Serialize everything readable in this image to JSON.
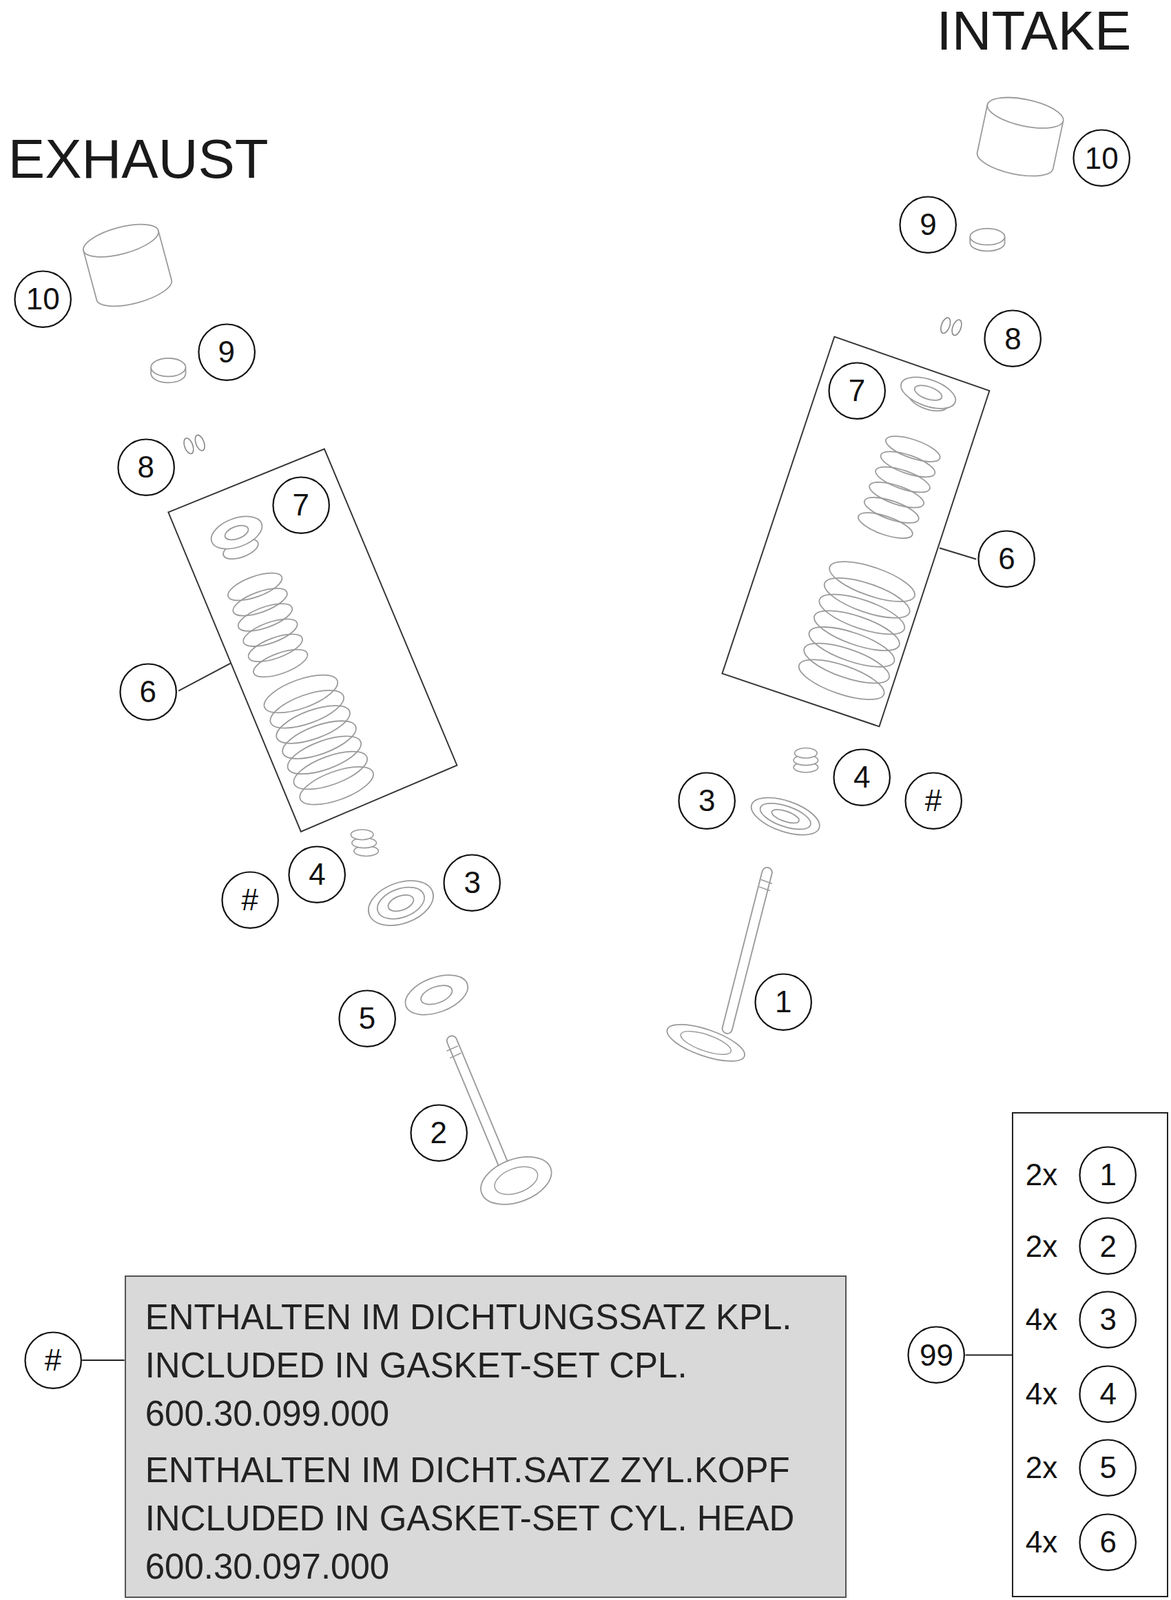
{
  "diagram": {
    "nodes": [
      {
        "text": [
          "10"
        ]
      },
      {
        "text": [
          "10"
        ]
      },
      {
        "text": [
          "9"
        ]
      },
      {
        "text": [
          "9"
        ]
      },
      {
        "text": [
          "8"
        ]
      },
      {
        "text": [
          "7"
        ]
      },
      {
        "text": [
          "8"
        ]
      },
      {
        "text": [
          "7"
        ]
      },
      {
        "text": [
          "6"
        ]
      },
      {
        "text": [
          "6"
        ]
      },
      {
        "text": [
          "4"
        ]
      },
      {
        "text": [
          "3"
        ]
      },
      {
        "text": [
          "#"
        ]
      },
      {
        "text": [
          "4"
        ]
      },
      {
        "text": [
          "3"
        ]
      },
      {
        "text": [
          "#"
        ]
      },
      {
        "text": [
          "1"
        ]
      },
      {
        "text": [
          "5"
        ]
      },
      {
        "text": [
          "2"
        ]
      },
      {
        "text": [
          "ENTHALTEN IM DICHTUNGSSATZ KPL.",
          "INCLUDED IN GASKET-SET CPL.",
          "600.30.099.000",
          "ENTHALTEN IM DICHT.SATZ ZYL.KOPF",
          "INCLUDED IN GASKET-SET CYL. HEAD",
          "600.30.097.000"
        ]
      },
      {
        "text": [
          "#"
        ]
      },
      {
        "text": [
          "99"
        ]
      },
      {
        "text": [
          "2x",
          "2x",
          "4x",
          "4x",
          "2x",
          "4x"
        ]
      },
      {
        "text": [
          "1"
        ],
        "in": 22
      },
      {
        "text": [
          "2"
        ],
        "in": 22
      },
      {
        "text": [
          "3"
        ],
        "in": 22
      },
      {
        "text": [
          "4"
        ],
        "in": 22
      },
      {
        "text": [
          "5"
        ],
        "in": 22
      },
      {
        "text": [
          "6"
        ],
        "in": 22
      }
    ],
    "edges": [
      {
        "from": 20,
        "to": 19,
        "arrow": "none"
      },
      {
        "from": 21,
        "to": 22,
        "arrow": "none"
      }
    ],
    "labels": [
      "EXHAUST",
      "INTAKE"
    ]
  }
}
